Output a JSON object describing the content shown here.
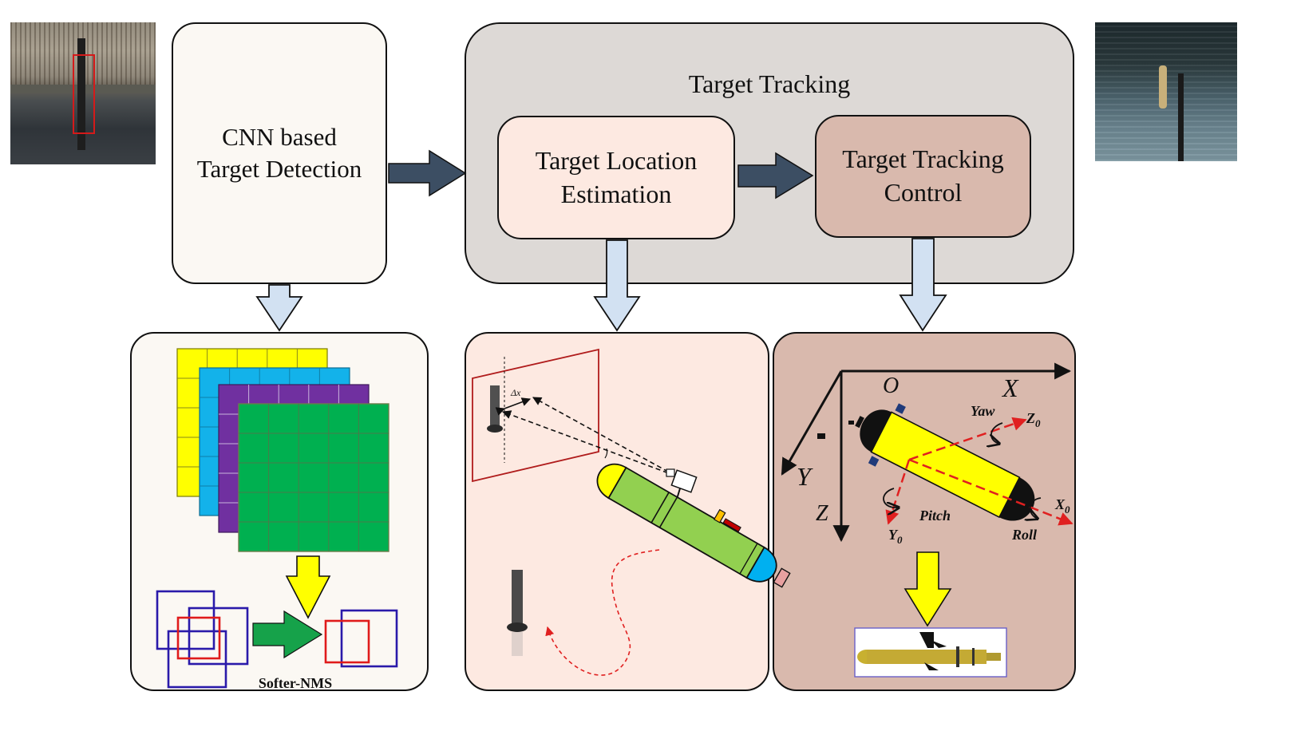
{
  "blocks": {
    "detection": "CNN based\nTarget Detection",
    "tracking_group": "Target Tracking",
    "location_estimation": "Target Location\nEstimation",
    "tracking_control": "Target Tracking\nControl"
  },
  "panels": {
    "detection": {
      "caption": "Softer-NMS"
    },
    "location": {
      "offset_label": "Δx"
    },
    "control": {
      "axis_x": "X",
      "axis_y": "Y",
      "axis_z": "Z",
      "origin": "O",
      "body_x": "X0",
      "body_y": "Y0",
      "body_z": "Z0",
      "yaw": "Yaw",
      "pitch": "Pitch",
      "roll": "Roll"
    }
  },
  "colors": {
    "detection_fill": "#fbf8f3",
    "group_fill": "#ddd9d6",
    "location_fill": "#fde9e1",
    "control_fill": "#d9b9ad",
    "main_arrow": "#3c4e63",
    "down_arrow": "#d2e1f2",
    "yellow_arrow": "#ffff00",
    "green_arrow": "#16a24a"
  }
}
